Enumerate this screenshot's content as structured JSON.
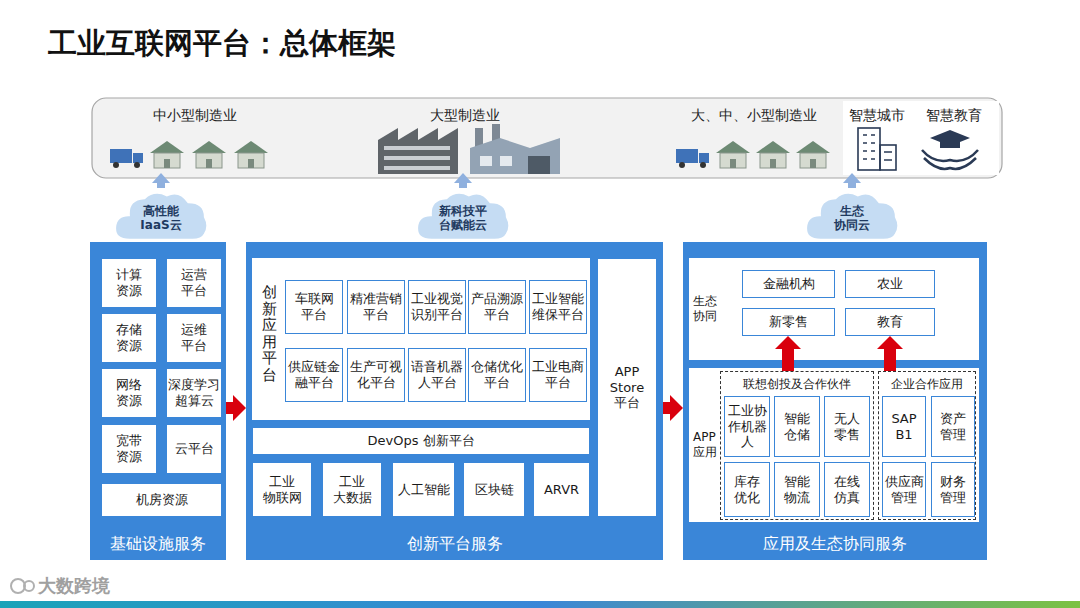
{
  "diagram": {
    "title": "工业互联网平台：总体框架",
    "nodes": [
      {
        "text": [
          "中小型制造业"
        ]
      },
      {
        "text": [
          "大型制造业"
        ]
      },
      {
        "text": [
          "大、中、小型制造业"
        ]
      },
      {
        "text": [
          "智慧城市"
        ]
      },
      {
        "text": [
          "智慧教育"
        ]
      },
      {
        "text": [
          "高性能 IaaS云"
        ]
      },
      {
        "text": [
          "新科技平 台赋能云"
        ]
      },
      {
        "text": [
          "生态 协同云"
        ]
      },
      {
        "text": [
          "基础设施服务"
        ]
      },
      {
        "text": [
          "计算 资源"
        ],
        "in": 8
      },
      {
        "text": [
          "运营 平台"
        ],
        "in": 8
      },
      {
        "text": [
          "存储 资源"
        ],
        "in": 8
      },
      {
        "text": [
          "运维 平台"
        ],
        "in": 8
      },
      {
        "text": [
          "网络 资源"
        ],
        "in": 8
      },
      {
        "text": [
          "深度学习 超算云"
        ],
        "in": 8
      },
      {
        "text": [
          "宽带 资源"
        ],
        "in": 8
      },
      {
        "text": [
          "云平台"
        ],
        "in": 8
      },
      {
        "text": [
          "机房资源"
        ],
        "in": 8
      },
      {
        "text": [
          "创新平台服务"
        ]
      },
      {
        "text": [
          "创新应用平台"
        ],
        "in": 18
      },
      {
        "text": [
          "车联网 平台"
        ],
        "in": 19
      },
      {
        "text": [
          "精准营销 平台"
        ],
        "in": 19
      },
      {
        "text": [
          "工业视觉 识别平台"
        ],
        "in": 19
      },
      {
        "text": [
          "产品溯源 平台"
        ],
        "in": 19
      },
      {
        "text": [
          "工业智能 维保平台"
        ],
        "in": 19
      },
      {
        "text": [
          "供应链金 融平台"
        ],
        "in": 19
      },
      {
        "text": [
          "生产可视 化平台"
        ],
        "in": 19
      },
      {
        "text": [
          "语音机器 人平台"
        ],
        "in": 19
      },
      {
        "text": [
          "仓储优化 平台"
        ],
        "in": 19
      },
      {
        "text": [
          "工业电商 平台"
        ],
        "in": 19
      },
      {
        "text": [
          "APP Store 平台"
        ],
        "in": 18
      },
      {
        "text": [
          "DevOps 创新平台"
        ],
        "in": 18
      },
      {
        "text": [
          "工业 物联网"
        ],
        "in": 18
      },
      {
        "text": [
          "工业 大数据"
        ],
        "in": 18
      },
      {
        "text": [
          "人工智能"
        ],
        "in": 18
      },
      {
        "text": [
          "区块链"
        ],
        "in": 18
      },
      {
        "text": [
          "ARVR"
        ],
        "in": 18
      },
      {
        "text": [
          "应用及生态协同服务"
        ]
      },
      {
        "text": [
          "生态 协同"
        ],
        "in": 37
      },
      {
        "text": [
          "金融机构"
        ],
        "in": 38
      },
      {
        "text": [
          "农业"
        ],
        "in": 38
      },
      {
        "text": [
          "新零售"
        ],
        "in": 38
      },
      {
        "text": [
          "教育"
        ],
        "in": 38
      },
      {
        "text": [
          "APP 应用"
        ],
        "in": 37
      },
      {
        "text": [
          "联想创投及合作伙伴"
        ],
        "in": 43
      },
      {
        "text": [
          "工业协 作机器 人"
        ],
        "in": 44
      },
      {
        "text": [
          "智能 仓储"
        ],
        "in": 44
      },
      {
        "text": [
          "无人 零售"
        ],
        "in": 44
      },
      {
        "text": [
          "库存 优化"
        ],
        "in": 44
      },
      {
        "text": [
          "智能 物流"
        ],
        "in": 44
      },
      {
        "text": [
          "在线 仿真"
        ],
        "in": 44
      },
      {
        "text": [
          "企业合作应用"
        ],
        "in": 43
      },
      {
        "text": [
          "SAP B1"
        ],
        "in": 51
      },
      {
        "text": [
          "资产 管理"
        ],
        "in": 51
      },
      {
        "text": [
          "供应商 管理"
        ],
        "in": 51
      },
      {
        "text": [
          "财务 管理"
        ],
        "in": 51
      }
    ],
    "edges": [
      {
        "from": 5,
        "to": 0,
        "arrow": "to"
      },
      {
        "from": 6,
        "to": 1,
        "arrow": "to"
      },
      {
        "from": 7,
        "to": 3,
        "arrow": "to"
      },
      {
        "from": 8,
        "to": 18,
        "arrow": "to"
      },
      {
        "from": 18,
        "to": 37,
        "arrow": "to"
      },
      {
        "from": 44,
        "to": 41,
        "arrow": "to"
      },
      {
        "from": 51,
        "to": 42,
        "arrow": "to"
      }
    ],
    "labels": [
      "大数跨境"
    ]
  }
}
